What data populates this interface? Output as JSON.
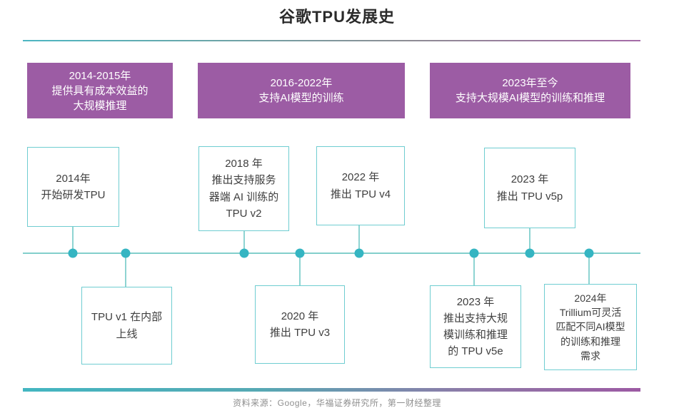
{
  "title": "谷歌TPU发展史",
  "phases": [
    {
      "period": "2014-2015年",
      "desc": "提供具有成本效益的\n大规模推理"
    },
    {
      "period": "2016-2022年",
      "desc": "支持AI模型的训练"
    },
    {
      "period": "2023年至今",
      "desc": "支持大规模AI模型的训练和推理"
    }
  ],
  "events": [
    {
      "id": "2014-start",
      "side": "above",
      "text": "2014年\n开始研发TPU"
    },
    {
      "id": "tpu-v1-launch",
      "side": "below",
      "text": "TPU v1 在内部\n上线"
    },
    {
      "id": "2018-tpu-v2",
      "side": "above",
      "text": "2018 年\n推出支持服务\n器端 AI 训练的\nTPU v2"
    },
    {
      "id": "2020-tpu-v3",
      "side": "below",
      "text": "2020 年\n推出 TPU v3"
    },
    {
      "id": "2022-tpu-v4",
      "side": "above",
      "text": "2022 年\n推出 TPU v4"
    },
    {
      "id": "2023-tpu-v5e",
      "side": "below",
      "text": "2023 年\n推出支持大规\n模训练和推理\n的 TPU v5e"
    },
    {
      "id": "2023-tpu-v5p",
      "side": "above",
      "text": "2023 年\n推出 TPU v5p"
    },
    {
      "id": "2024-trillium",
      "side": "below",
      "text": "2024年\nTrillium可灵活\n匹配不同AI模型\n的训练和推理\n需求"
    }
  ],
  "footer": "资料来源：Google，华福证券研究所，第一财经整理",
  "colors": {
    "phase_purple": "#9c5ca4",
    "timeline_teal": "#35b5c2",
    "box_border_teal": "#6fcdd1",
    "divider_gradient_start": "#43b6c1",
    "divider_gradient_end": "#9c5aa3"
  }
}
